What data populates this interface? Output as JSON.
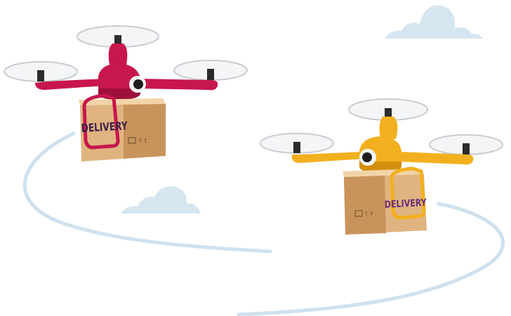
{
  "drones": [
    {
      "id": "red",
      "box_label": "DELIVERY",
      "body_color": "#c8174d",
      "body_dark": "#9e0f39"
    },
    {
      "id": "yellow",
      "box_label": "DELIVERY",
      "body_color": "#f2b01e",
      "body_dark": "#d48f0c"
    }
  ],
  "colors": {
    "cloud": "#d6e6f1",
    "flight_path": "#cfe1ee",
    "box": "#e0b480",
    "box_shade": "#c9945c",
    "box_tape": "#f2d4a8",
    "label_red": "#3b1f4a",
    "label_yellow": "#6a2e7a"
  }
}
